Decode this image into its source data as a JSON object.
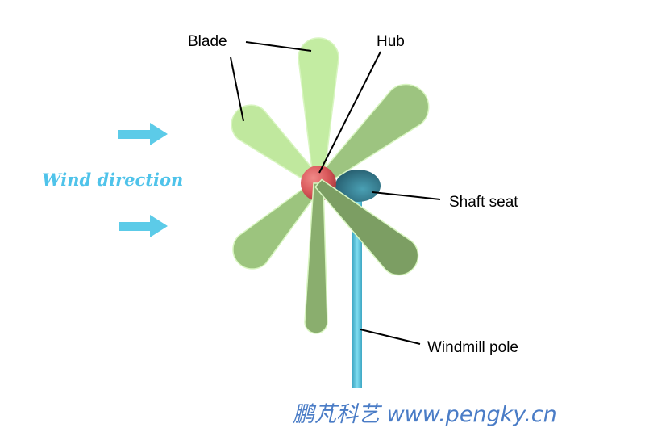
{
  "labels": {
    "blade": "Blade",
    "hub": "Hub",
    "shaft_seat": "Shaft seat",
    "windmill_pole": "Windmill pole",
    "wind_direction": "Wind direction"
  },
  "watermark": "鹏芃科艺 www.pengky.cn",
  "colors": {
    "wind": "#4fc3ea",
    "watermark": "#4a7cc6",
    "hub": "#d9575a",
    "shaft_seat": "#2f7486",
    "pole": "#5cc6e0"
  }
}
